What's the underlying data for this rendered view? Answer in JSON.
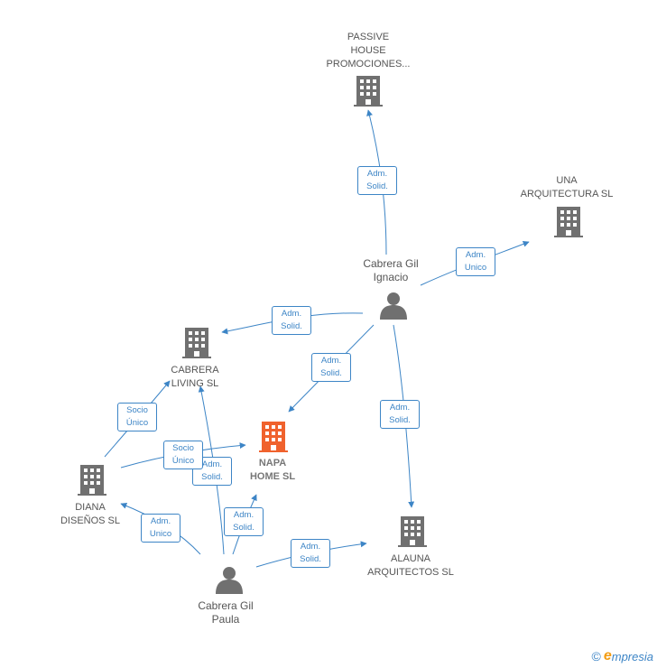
{
  "colors": {
    "edge": "#3d85c6",
    "building": "#707070",
    "focus": "#f0622d",
    "person": "#707070"
  },
  "nodes": {
    "passive": {
      "label": "PASSIVE\nHOUSE\nPROMOCIONES...",
      "icon": "building-icon"
    },
    "una": {
      "label": "UNA\nARQUITECTURA SL",
      "icon": "building-icon"
    },
    "ignacio": {
      "label": "Cabrera Gil\nIgnacio",
      "icon": "person-icon"
    },
    "cabrera_living": {
      "label": "CABRERA\nLIVING  SL",
      "icon": "building-icon"
    },
    "napa": {
      "label": "NAPA\nHOME  SL",
      "icon": "building-icon"
    },
    "diana": {
      "label": "DIANA\nDISEÑOS SL",
      "icon": "building-icon"
    },
    "alauna": {
      "label": "ALAUNA\nARQUITECTOS SL",
      "icon": "building-icon"
    },
    "paula": {
      "label": "Cabrera Gil\nPaula",
      "icon": "person-icon"
    }
  },
  "edges": {
    "e1": "Adm.\nSolid.",
    "e2": "Adm.\nUnico",
    "e3": "Adm.\nSolid.",
    "e4": "Adm.\nSolid.",
    "e5": "Adm.\nSolid.",
    "e6": "Socio\nÚnico",
    "e7": "Socio\nÚnico",
    "e8": "Adm.\nSolid.",
    "e9": "Adm.\nSolid.",
    "e10": "Adm.\nUnico",
    "e11": "Adm.\nSolid."
  },
  "brand": {
    "copyright": "©",
    "name": "mpresia",
    "initial": "e"
  }
}
